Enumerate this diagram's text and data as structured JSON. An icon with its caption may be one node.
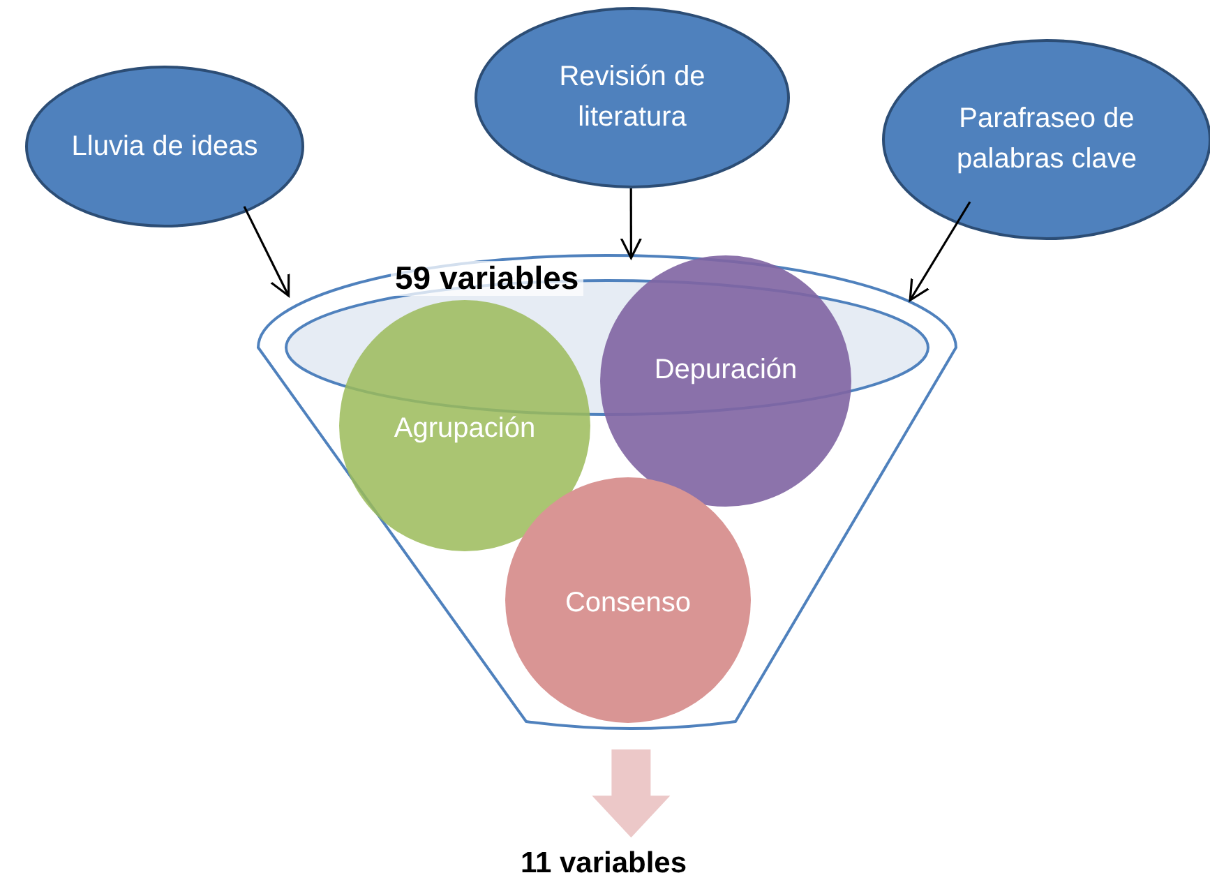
{
  "diagram": {
    "nodes": [
      {
        "text": [
          "Lluvia de ideas"
        ]
      },
      {
        "text": [
          "Revisión de literatura"
        ]
      },
      {
        "text": [
          "Parafraseo de palabras clave"
        ]
      },
      {
        "text": [
          "59 variables"
        ]
      },
      {
        "text": [
          "Agrupación"
        ],
        "in": 3
      },
      {
        "text": [
          "Depuración"
        ],
        "in": 3
      },
      {
        "text": [
          "Consenso"
        ],
        "in": 3
      },
      {
        "text": [
          "11 variables"
        ]
      }
    ],
    "edges": [
      {
        "from": 0,
        "to": 3,
        "arrow": "to"
      },
      {
        "from": 1,
        "to": 3,
        "arrow": "to"
      },
      {
        "from": 2,
        "to": 3,
        "arrow": "to"
      },
      {
        "from": 3,
        "to": 7,
        "arrow": "to",
        "style": "thick",
        "color": "#ecc8c8"
      }
    ]
  }
}
